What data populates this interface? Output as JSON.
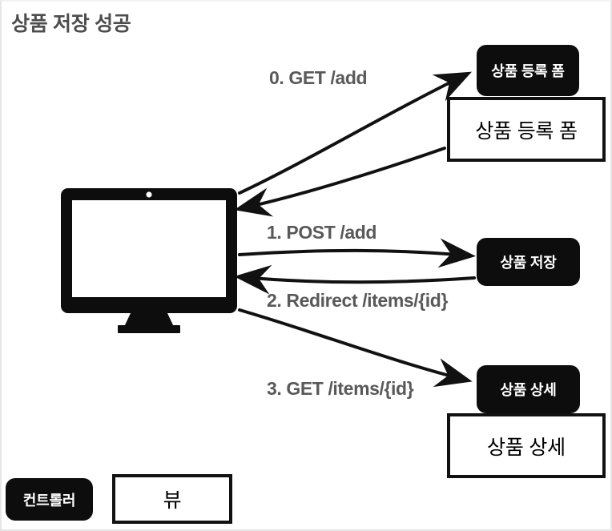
{
  "slide": {
    "title": "상품 저장 성공",
    "background_color": "#ffffff",
    "title_color": "#4d4d4d",
    "label_color": "#595959",
    "controller_fill": "#0d0d0d",
    "view_stroke": "#111111"
  },
  "actor": {
    "icon": "desktop-monitor-icon",
    "label": ""
  },
  "nodes": [
    {
      "id": "form-controller",
      "kind": "controller",
      "label": "상품 등록 폼"
    },
    {
      "id": "form-view",
      "kind": "view",
      "label": "상품 등록 폼"
    },
    {
      "id": "save-controller",
      "kind": "controller",
      "label": "상품 저장"
    },
    {
      "id": "detail-controller",
      "kind": "controller",
      "label": "상품 상세"
    },
    {
      "id": "detail-view",
      "kind": "view",
      "label": "상품 상세"
    }
  ],
  "edges": [
    {
      "id": "step-0",
      "label": "0. GET /add",
      "from": "browser",
      "to": "form-controller"
    },
    {
      "id": "step-0-response",
      "label": "",
      "from": "form-view",
      "to": "browser"
    },
    {
      "id": "step-1",
      "label": "1. POST /add",
      "from": "browser",
      "to": "save-controller"
    },
    {
      "id": "step-2",
      "label": "2. Redirect /items/{id}",
      "from": "save-controller",
      "to": "browser"
    },
    {
      "id": "step-3",
      "label": "3. GET /items/{id}",
      "from": "browser",
      "to": "detail-controller"
    },
    {
      "id": "step-3-response",
      "label": "",
      "from": "detail-view",
      "to": "browser"
    }
  ],
  "legend": {
    "controller": "컨트롤러",
    "view": "뷰"
  }
}
